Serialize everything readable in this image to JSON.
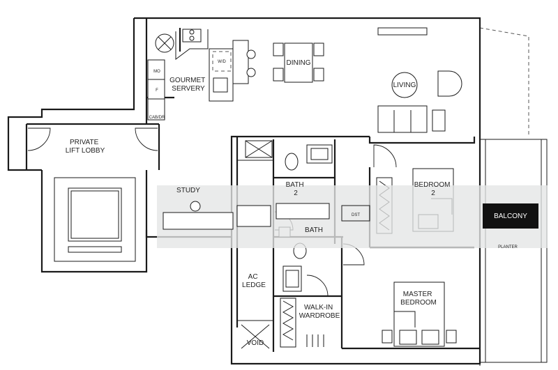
{
  "rooms": {
    "lift_lobby": [
      "PRIVATE",
      "LIFT LOBBY"
    ],
    "gourmet_servery": [
      "GOURMET",
      "SERVERY"
    ],
    "dining": "DINING",
    "living": "LIVING",
    "study": "STUDY",
    "bath_2": [
      "BATH",
      "2"
    ],
    "bedroom_2": [
      "BEDROOM",
      "2"
    ],
    "bath": "BATH",
    "ac_ledge": [
      "AC",
      "LEDGE"
    ],
    "void": "VOID",
    "walk_in_wardrobe": [
      "WALK-IN",
      "WARDROBE"
    ],
    "master_bedroom": [
      "MASTER",
      "BEDROOM"
    ],
    "balcony": "BALCONY",
    "planter": "PLANTER"
  },
  "fixtures": {
    "mo": "MO",
    "fridge": "F",
    "cabinet": "CAB/DR",
    "washer_dryer": "W/D",
    "dst": "DST"
  }
}
